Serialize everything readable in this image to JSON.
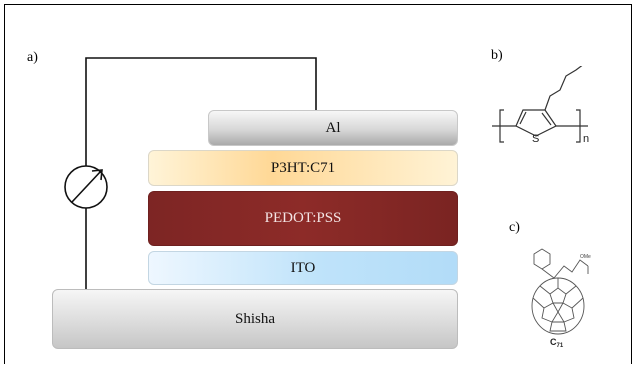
{
  "panels": {
    "a": "a)",
    "b": "b)",
    "c": "c)"
  },
  "layers": {
    "al": "Al",
    "p3ht_c71": "P3HT:C71",
    "pedot_pss": "PEDOT:PSS",
    "ito": "ITO",
    "shisha": "Shisha"
  },
  "structures": {
    "thiophene_sulfur": "S",
    "repeat_unit": "n",
    "fullerene_label": "C",
    "fullerene_subscript": "71",
    "ester_group": "OMe"
  },
  "colors": {
    "pedot": "#8d2b28",
    "p3ht": "#ffd896",
    "ito": "#bfe3fa",
    "al": "#a9a9a9",
    "substrate": "#dcdcdc"
  }
}
